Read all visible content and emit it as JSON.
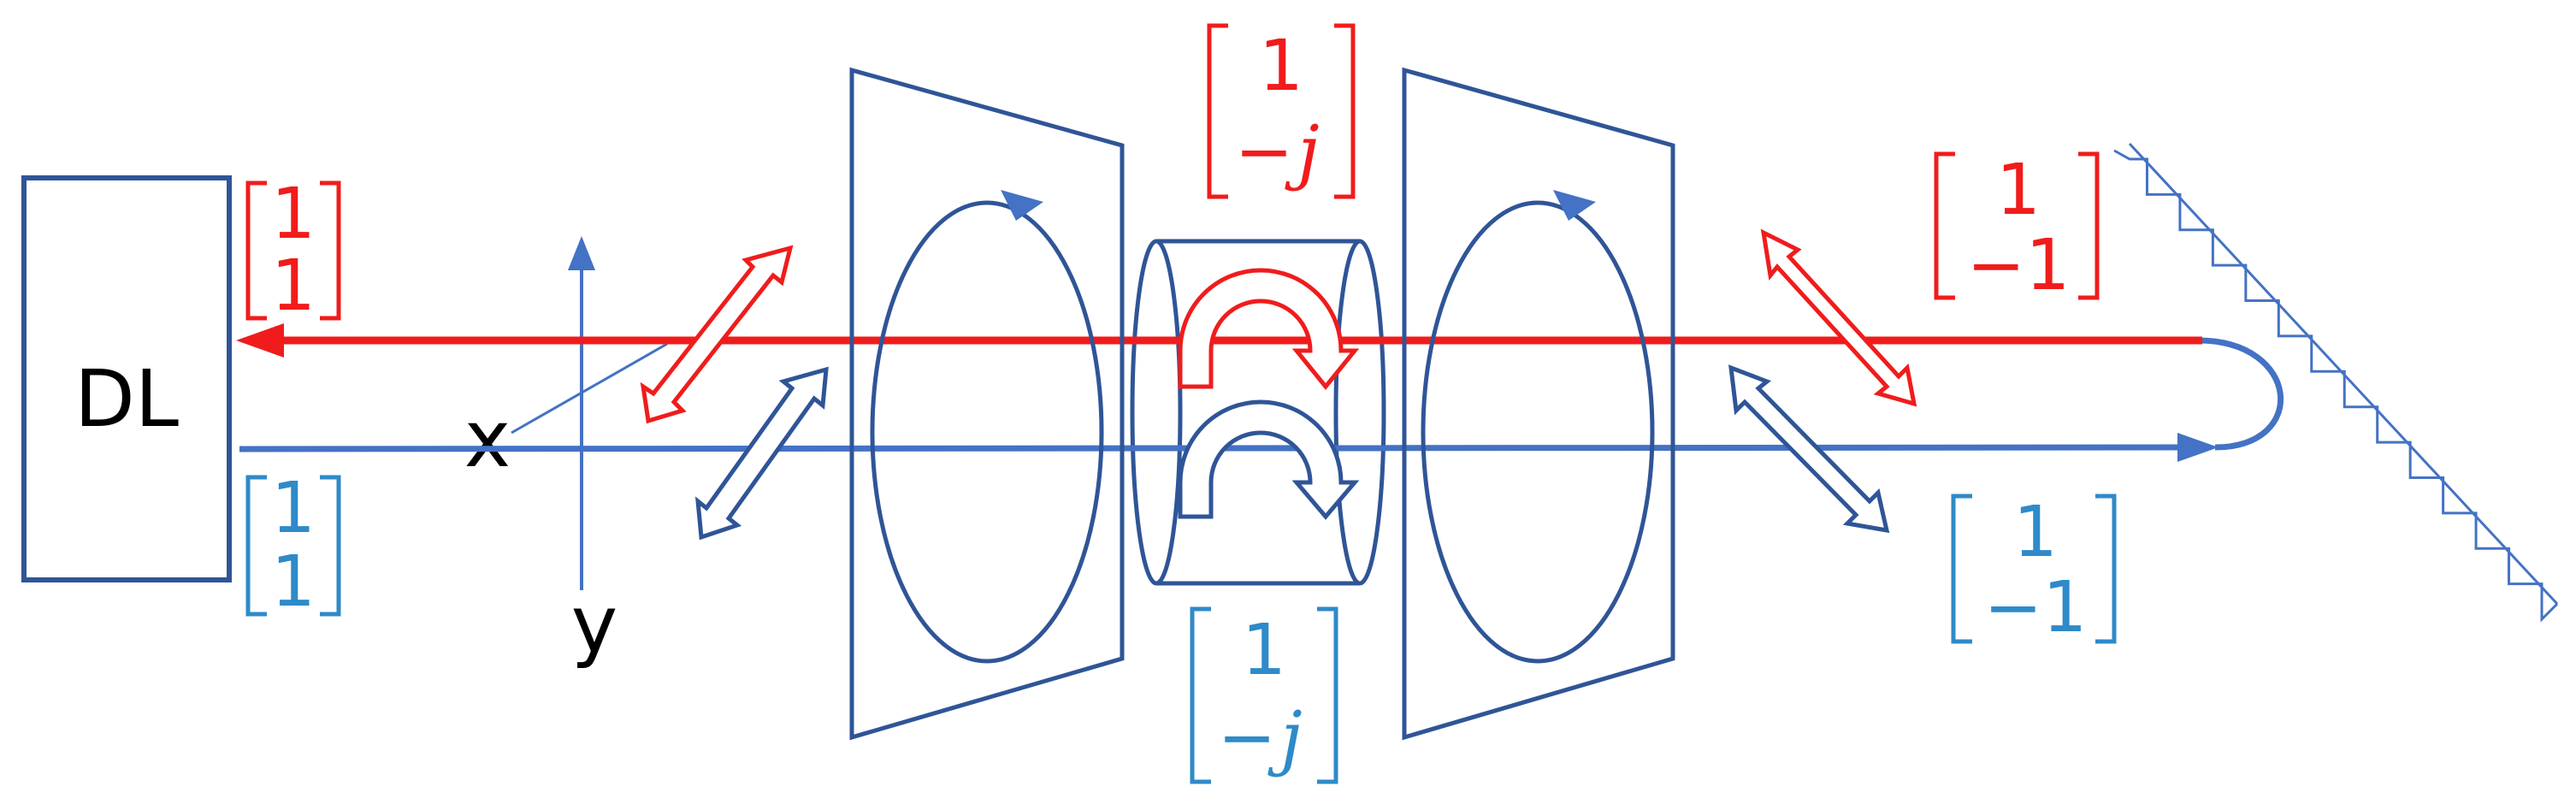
{
  "colors": {
    "red": "#f01c1c",
    "blue_beam": "#4472c4",
    "outline_blue": "#2f5597",
    "text_blue": "#2e8ac9",
    "black": "#000000"
  },
  "labels": {
    "laser": "DL",
    "axis_x": "x",
    "axis_y": "y"
  },
  "vectors": {
    "dl_red": {
      "top": "1",
      "bottom": "1"
    },
    "dl_blue": {
      "top": "1",
      "bottom": "1"
    },
    "qwp_red": {
      "top": "1",
      "minus": "−",
      "j": "j"
    },
    "qwp_blue": {
      "top": "1",
      "minus": "−",
      "j": "j"
    },
    "grating_red": {
      "top": "1",
      "bottom": "−1"
    },
    "grating_blue": {
      "top": "1",
      "bottom": "−1"
    }
  }
}
